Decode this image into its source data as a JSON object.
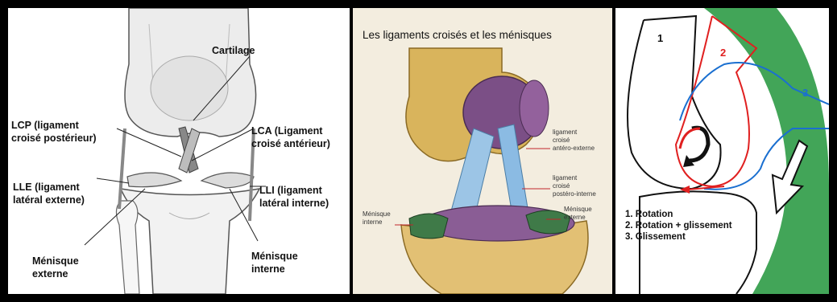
{
  "panel1": {
    "labels": {
      "cartilage": "Cartilage",
      "lcp_1": "LCP (ligament",
      "lcp_2": "croisé postérieur)",
      "lca_1": "LCA (Ligament",
      "lca_2": "croisé antérieur)",
      "lle_1": "LLE (ligament",
      "lle_2": "latéral externe)",
      "lli_1": "LLI (ligament",
      "lli_2": "latéral interne)",
      "menisque_ext_1": "Ménisque",
      "menisque_ext_2": "externe",
      "menisque_int_1": "Ménisque",
      "menisque_int_2": "interne"
    }
  },
  "panel2": {
    "title": "Les ligaments croisés et les ménisques",
    "labels": {
      "lig_ant_1": "ligament",
      "lig_ant_2": "croisé",
      "lig_ant_3": "antéro-externe",
      "lig_post_1": "ligament",
      "lig_post_2": "croisé",
      "lig_post_3": "postéro-interne",
      "men_int_1": "Ménisque",
      "men_int_2": "interne",
      "men_ext_1": "Ménisque",
      "men_ext_2": "externe"
    }
  },
  "panel3": {
    "numbers": [
      "1",
      "2",
      "3"
    ],
    "legend": [
      "1. Rotation",
      "2. Rotation + glissement",
      "3. Glissement"
    ],
    "colors": {
      "curve1": "#111111",
      "curve2": "#e02020",
      "curve3": "#1a6fd0",
      "background_shape": "#2e9b46"
    }
  }
}
